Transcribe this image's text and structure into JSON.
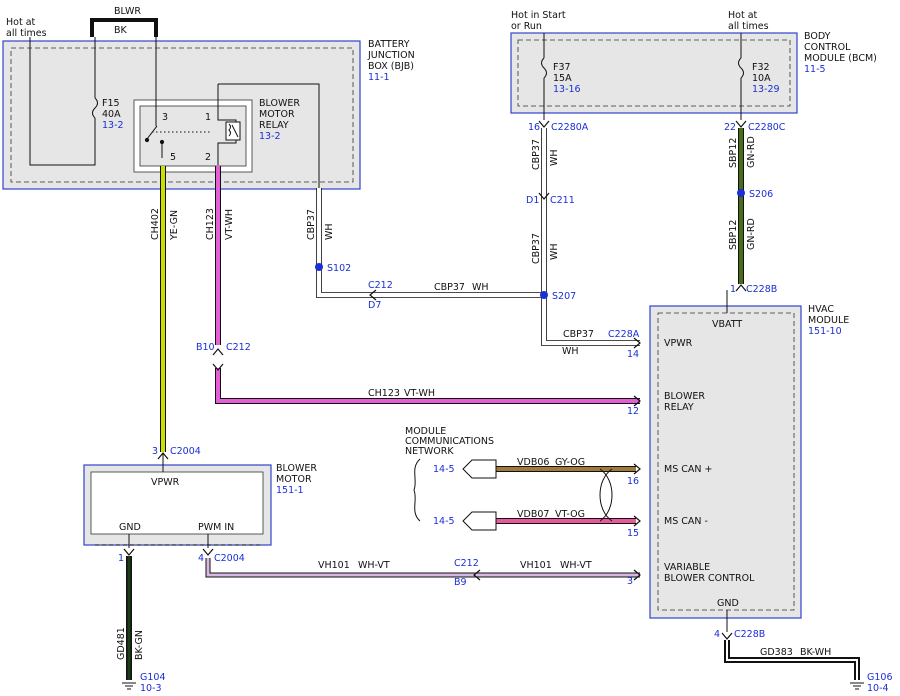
{
  "colors": {
    "module_border": "#3344cc",
    "module_fill": "#e6e6e6",
    "pin_blue": "#1a2fd6",
    "wire_ye_gn": "#c8e000",
    "wire_vt_wh": "#e35fd6",
    "wire_vt_wh_thin": "#cfb0cf",
    "wire_gn_rd": "#4a6b1a",
    "wire_gy_og": "#8a6a3a",
    "wire_vt_og": "#e8589a",
    "wire_black": "#111111"
  },
  "top_power": {
    "hot_left": [
      "Hot at",
      "all times"
    ],
    "blwr": "BLWR",
    "bk": "BK",
    "hot_start": [
      "Hot in Start",
      "or Run"
    ],
    "hot_right": [
      "Hot at",
      "all times"
    ]
  },
  "bjb": {
    "title": [
      "BATTERY",
      "JUNCTION",
      "BOX (BJB)"
    ],
    "ref": "11-1",
    "fuse": {
      "name": "F15",
      "rating": "40A",
      "ref": "13-2"
    },
    "relay": {
      "title": [
        "BLOWER",
        "MOTOR",
        "RELAY"
      ],
      "ref": "13-2",
      "pins": [
        "3",
        "1",
        "5",
        "2"
      ]
    }
  },
  "bcm": {
    "title": [
      "BODY",
      "CONTROL",
      "MODULE (BCM)"
    ],
    "ref": "11-5",
    "fuse_a": {
      "name": "F37",
      "rating": "15A",
      "ref": "13-16"
    },
    "fuse_b": {
      "name": "F32",
      "rating": "10A",
      "ref": "13-29"
    },
    "pin_a": "16",
    "conn_a": "C2280A",
    "pin_b": "22",
    "conn_b": "C2280C"
  },
  "wires": {
    "ch402": "CH402",
    "ye_gn": "YE-GN",
    "ch123": "CH123",
    "vt_wh": "VT-WH",
    "cbp37": "CBP37",
    "wh": "WH",
    "sbp12": "SBP12",
    "gn_rd": "GN-RD",
    "ch123_label": "CH123",
    "vt_wh_label": "VT-WH",
    "vh101": "VH101",
    "wh_vt": "WH-VT",
    "vdb06": "VDB06",
    "gy_og": "GY-OG",
    "vdb07": "VDB07",
    "vt_og": "VT-OG",
    "gd481": "GD481",
    "bk_gn": "BK-GN",
    "gd383": "GD383",
    "bk_wh": "BK-WH"
  },
  "splices": {
    "s102": "S102",
    "s207": "S207",
    "s206": "S206"
  },
  "connectors": {
    "c212_top_pin": "D7",
    "c212_top": "C212",
    "d1": "D1",
    "c211": "C211",
    "c212_mid_pin": "B10",
    "c212_mid": "C212",
    "c2004_top_pin": "3",
    "c2004_top": "C2004",
    "c2004_bot_pin": "4",
    "c2004_bot": "C2004",
    "c212_bot_pin": "B9",
    "c212_bot": "C212",
    "gnd_pin": "1",
    "c228b_top_pin": "1",
    "c228b_top": "C228B",
    "c228a": "C228A",
    "c228b_bot_pin": "4",
    "c228b_bot": "C228B"
  },
  "hvac": {
    "title": [
      "HVAC",
      "MODULE"
    ],
    "ref": "151-10",
    "vbatt": "VBATT",
    "vpwr": "VPWR",
    "vpwr_pin": "14",
    "blower_relay": [
      "BLOWER",
      "RELAY"
    ],
    "blower_relay_pin": "12",
    "ms_can_plus": "MS CAN +",
    "ms_can_plus_pin": "16",
    "ms_can_minus": "MS CAN -",
    "ms_can_minus_pin": "15",
    "vbc": [
      "VARIABLE",
      "BLOWER CONTROL"
    ],
    "vbc_pin": "3",
    "gnd": "GND"
  },
  "network": {
    "title": [
      "MODULE",
      "COMMUNICATIONS",
      "NETWORK"
    ],
    "ref_a": "14-5",
    "ref_b": "14-5"
  },
  "blower_motor": {
    "title": [
      "BLOWER",
      "MOTOR"
    ],
    "ref": "151-1",
    "vpwr": "VPWR",
    "gnd": "GND",
    "pwm": "PWM IN"
  },
  "grounds": {
    "g104": "G104",
    "g104_ref": "10-3",
    "g106": "G106",
    "g106_ref": "10-4"
  }
}
